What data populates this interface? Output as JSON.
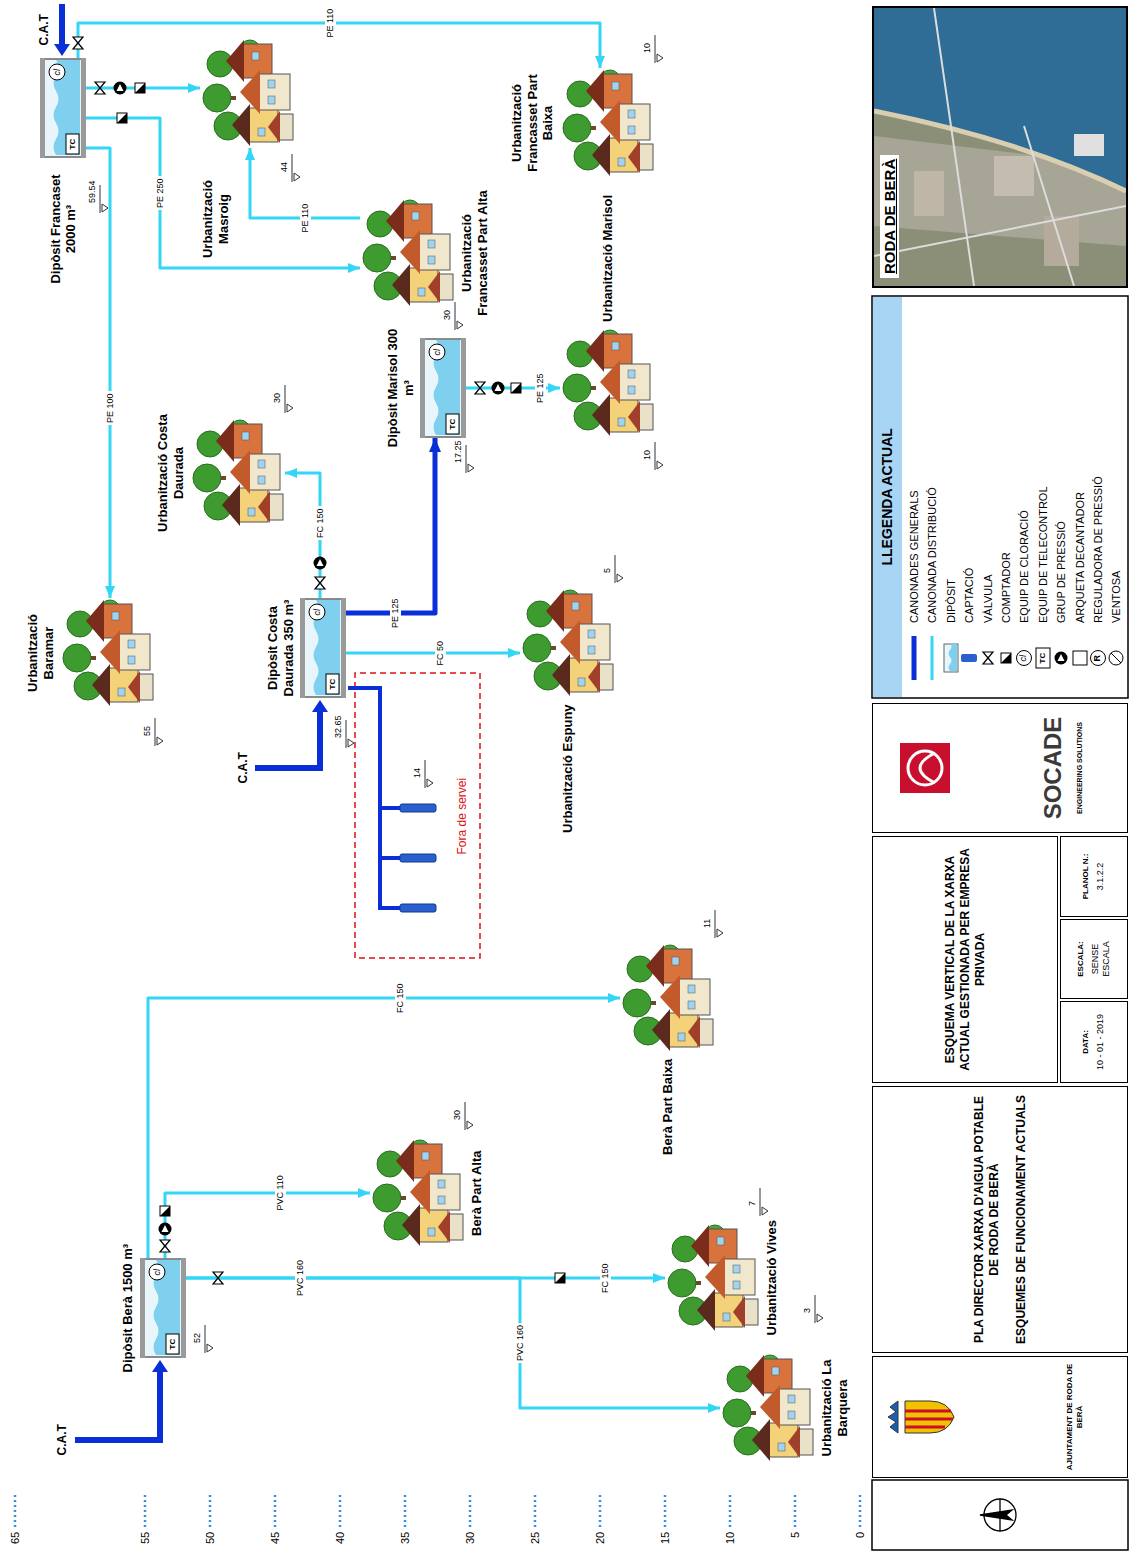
{
  "diagram": {
    "nodes": [
      {
        "text": [
          "Dipòsit Berà 1500 m³"
        ]
      },
      {
        "text": [
          "Berà Part Alta"
        ]
      },
      {
        "text": [
          "Berà Part Baixa"
        ]
      },
      {
        "text": [
          "Urbanització Vives"
        ]
      },
      {
        "text": [
          "Urbanització La Barquera"
        ]
      },
      {
        "text": [
          "Urbanització Baramar"
        ]
      },
      {
        "text": [
          "Dipòsit Costa Daurada 350 m³"
        ]
      },
      {
        "text": [
          "Urbanització Costa Daurada"
        ]
      },
      {
        "text": [
          "Urbanització Espuny"
        ]
      },
      {
        "text": [
          "Dipòsit Marisol 300 m³"
        ]
      },
      {
        "text": [
          "Urbanització Marisol"
        ]
      },
      {
        "text": [
          "Dipòsit Francaset 2000 m³"
        ]
      },
      {
        "text": [
          "Urbanització Masroig"
        ]
      },
      {
        "text": [
          "Urbanització Francasset Part Alta"
        ]
      },
      {
        "text": [
          "Urbanització Francasset Part Baixa"
        ]
      },
      {
        "text": [
          "RODA DE BERÀ"
        ]
      },
      {
        "text": [
          "AJUNTAMENT DE RODA DE BERÀ"
        ]
      },
      {
        "text": [
          "PLA DIRECTOR XARXA D'AIGUA POTABLE DE RODA DE BERÀ",
          "ESQUEMES DE FUNCIONAMENT ACTUALS"
        ]
      },
      {
        "text": [
          "ESQUEMA VERTICAL DE LA XARXA ACTUAL GESTIONADA PER EMPRESA PRIVADA"
        ]
      },
      {
        "text": [
          "DATA:",
          "10 - 01 - 2019"
        ]
      },
      {
        "text": [
          "ESCALA:",
          "SENSE ESCALA"
        ]
      },
      {
        "text": [
          "PLANOL N.:",
          "3.1.2.2"
        ]
      },
      {
        "text": [
          "SOCADE",
          "ENGINEERING SOLUTIONS"
        ]
      }
    ],
    "edges": [
      {
        "from": 0,
        "to": 1,
        "arrow": "to",
        "label": "PVC 110"
      },
      {
        "from": 0,
        "to": 2,
        "arrow": "to",
        "label": "FC 150"
      },
      {
        "from": 0,
        "to": 4,
        "arrow": "to",
        "label": "PVC 160"
      },
      {
        "from": 0,
        "to": 3,
        "arrow": "to",
        "label": "FC 150"
      },
      {
        "from": 11,
        "to": 5,
        "arrow": "to",
        "label": "PE 100"
      },
      {
        "from": 11,
        "to": 12,
        "arrow": "to"
      },
      {
        "from": 11,
        "to": 13,
        "arrow": "to",
        "label": "PE 250"
      },
      {
        "from": 11,
        "to": 14,
        "arrow": "to",
        "label": "PE 110"
      },
      {
        "from": 13,
        "to": 12,
        "arrow": "to",
        "label": "PE 110"
      },
      {
        "from": 6,
        "to": 7,
        "arrow": "to",
        "label": "FC 150"
      },
      {
        "from": 6,
        "to": 9,
        "arrow": "to",
        "label": "PE 125"
      },
      {
        "from": 6,
        "to": 8,
        "arrow": "to",
        "label": "FC 50"
      },
      {
        "from": 9,
        "to": 10,
        "arrow": "to",
        "label": "PE 125"
      }
    ],
    "labels": [
      "65",
      "55",
      "50",
      "45",
      "40",
      "35",
      "30",
      "25",
      "20",
      "15",
      "10",
      "5",
      "0",
      "C.A.T",
      "C.A.T",
      "C.A.T",
      "59.54",
      "44",
      "30",
      "10",
      "55",
      "32.65",
      "30",
      "17.25",
      "10",
      "5",
      "14",
      "52",
      "30",
      "11",
      "7",
      "3",
      "Fora de servei",
      "PVC 160",
      "TC",
      "TC",
      "TC",
      "TC",
      "cl",
      "cl",
      "cl",
      "cl",
      "LLEGENDA ACTUAL",
      "cl",
      "TC",
      "R"
    ],
    "legend": [
      {
        "text": "CANONADES GENERALS"
      },
      {
        "text": "CANONADA DISTRIBUCIÓ"
      },
      {
        "text": "DIPÒSIT"
      },
      {
        "text": "CAPTACIÓ"
      },
      {
        "text": "VÀLVULA"
      },
      {
        "text": "COMPTADOR"
      },
      {
        "text": "EQUIP DE CLORACIÓ"
      },
      {
        "text": "EQUIP DE TELECONTROL"
      },
      {
        "text": "GRUP DE PRESSIÓ"
      },
      {
        "text": "ARQUETA DECANTADOR"
      },
      {
        "text": "REGULADORA DE PRESSIÓ"
      },
      {
        "text": "VENTOSA"
      }
    ]
  }
}
